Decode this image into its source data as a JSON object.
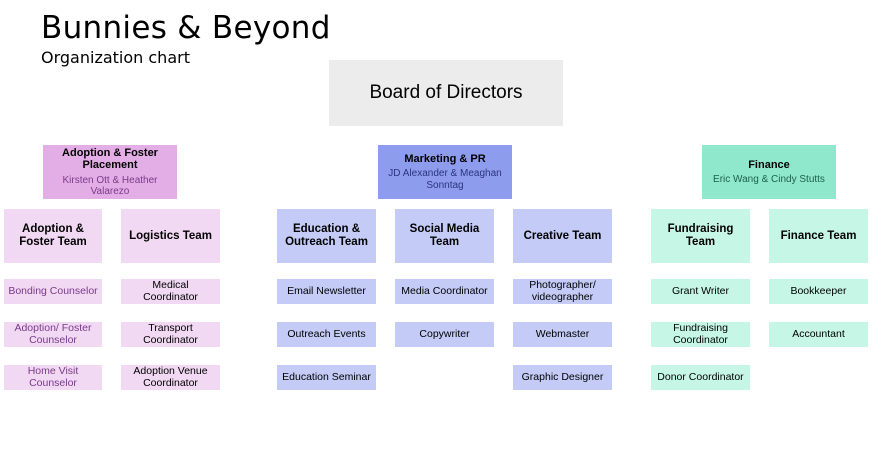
{
  "header": {
    "title": "Bunnies & Beyond",
    "subtitle": "Organization chart"
  },
  "board": {
    "label": "Board of Directors"
  },
  "departments": [
    {
      "title": "Adoption & Foster Placement",
      "people": "Kirsten Ott & Heather Valarezo",
      "teams": [
        {
          "label": "Adoption & Foster Team",
          "roles": [
            "Bonding Counselor",
            "Adoption/ Foster Counselor",
            "Home Visit Counselor"
          ]
        },
        {
          "label": "Logistics Team",
          "roles": [
            "Medical Coordinator",
            "Transport Coordinator",
            "Adoption Venue Coordinator"
          ]
        }
      ]
    },
    {
      "title": "Marketing & PR",
      "people": "JD Alexander & Meaghan Sonntag",
      "teams": [
        {
          "label": "Education & Outreach Team",
          "roles": [
            "Email Newsletter",
            "Outreach Events",
            "Education Seminar"
          ]
        },
        {
          "label": "Social Media Team",
          "roles": [
            "Media Coordinator",
            "Copywriter"
          ]
        },
        {
          "label": "Creative Team",
          "roles": [
            "Photographer/ videographer",
            "Webmaster",
            "Graphic Designer"
          ]
        }
      ]
    },
    {
      "title": "Finance",
      "people": "Eric Wang & Cindy Stutts",
      "teams": [
        {
          "label": "Fundraising Team",
          "roles": [
            "Grant Writer",
            "Fundraising Coordinator",
            "Donor Coordinator"
          ]
        },
        {
          "label": "Finance Team",
          "roles": [
            "Bookkeeper",
            "Accountant"
          ]
        }
      ]
    }
  ],
  "colors": {
    "adoption_dark": "#e3aee6",
    "adoption_light": "#f1d8f3",
    "marketing_dark": "#8d9cec",
    "marketing_light": "#c3cbf6",
    "finance_dark": "#8fe8cc",
    "finance_light": "#c6f6e6",
    "board": "#ececec"
  }
}
